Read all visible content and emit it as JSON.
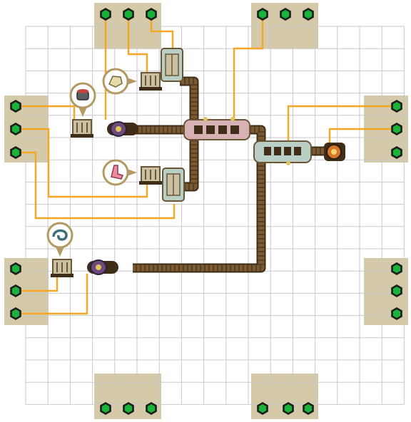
{
  "colors": {
    "background": "#ffffff",
    "grid_line": "#c9c9c9",
    "edge_pad": "#d4c9a8",
    "edge_pad_light": "#e2dac2",
    "port_ring": "#1c1c1c",
    "port_fill": "#19b33a",
    "wire": "#f5a623",
    "belt": "#7a5a33",
    "belt_dark": "#3f2d17",
    "machine_body": "#c9c0a2",
    "machine_frame": "#6b5636",
    "pod_fill": "#b9cfc6",
    "pod_pink": "#d8b1b4",
    "bubble_ring": "#b49a62"
  },
  "grid": {
    "cols": 17,
    "rows": 17
  },
  "edge_groups": [
    {
      "id": "top-left",
      "ports": 3
    },
    {
      "id": "top-right",
      "ports": 3
    },
    {
      "id": "left-upper",
      "ports": 3
    },
    {
      "id": "left-lower",
      "ports": 3
    },
    {
      "id": "right-upper",
      "ports": 3
    },
    {
      "id": "right-lower",
      "ports": 3
    },
    {
      "id": "bottom-left",
      "ports": 3
    },
    {
      "id": "bottom-right",
      "ports": 3
    }
  ],
  "resource_icons": [
    {
      "id": "ore",
      "icon": "ore-chunk-icon"
    },
    {
      "id": "pot",
      "icon": "metal-pot-icon"
    },
    {
      "id": "sock",
      "icon": "pink-sock-icon"
    },
    {
      "id": "spring",
      "icon": "wire-coil-icon"
    }
  ],
  "machines": [
    {
      "id": "extractor",
      "icon": "extractor-machine-icon"
    },
    {
      "id": "smelter",
      "icon": "smelter-machine-icon"
    },
    {
      "id": "assembler",
      "icon": "assembler-pod-icon"
    },
    {
      "id": "combiner",
      "icon": "combiner-pod-icon"
    },
    {
      "id": "output",
      "icon": "output-turret-icon"
    }
  ]
}
